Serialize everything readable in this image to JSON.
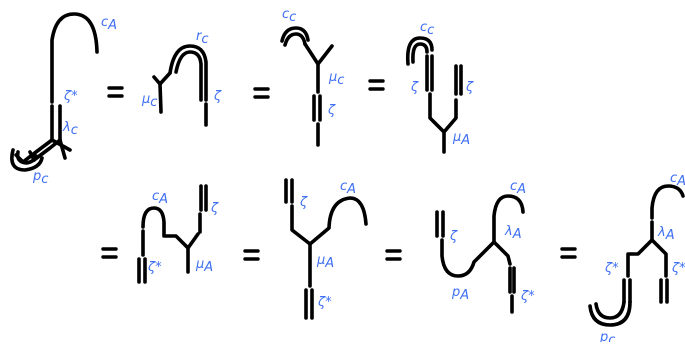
{
  "colors": {
    "ink": "#000000",
    "label": "#3e6ff2",
    "background": "#ffffff"
  },
  "equation": {
    "relation_symbol": "=",
    "terms": [
      {
        "labels": {
          "c_upper": "c",
          "c_upper_sub": "A",
          "zeta": "ζ*",
          "lambda": "λ",
          "lambda_sub": "c",
          "p_lower": "p",
          "p_lower_sub": "c"
        }
      },
      {
        "labels": {
          "c_upper": "r",
          "c_upper_sub": "c",
          "mu": "μ",
          "mu_sub": "c",
          "zeta": "ζ"
        }
      },
      {
        "labels": {
          "c_upper": "c",
          "c_upper_sub": "c",
          "mu": "μ",
          "mu_sub": "c",
          "zeta": "ζ"
        }
      },
      {
        "labels": {
          "c_upper": "c",
          "c_upper_sub": "c",
          "zeta_left": "ζ",
          "zeta_right": "ζ",
          "mu": "μ",
          "mu_sub": "A"
        }
      },
      {
        "labels": {
          "c_upper": "c",
          "c_upper_sub": "A",
          "zeta": "ζ*",
          "zeta_top": "ζ",
          "mu": "μ",
          "mu_sub": "A"
        }
      },
      {
        "labels": {
          "zeta_top": "ζ",
          "c_upper": "c",
          "c_upper_sub": "A",
          "mu": "μ",
          "mu_sub": "A",
          "zeta": "ζ*"
        }
      },
      {
        "labels": {
          "zeta_top": "ζ",
          "c_upper": "c",
          "c_upper_sub": "A",
          "lambda": "λ",
          "lambda_sub": "A",
          "p_lower": "p",
          "p_lower_sub": "A",
          "zeta": "ζ*"
        }
      },
      {
        "labels": {
          "c_upper": "c",
          "c_upper_sub": "A",
          "lambda": "λ",
          "lambda_sub": "A",
          "zeta_left": "ζ*",
          "zeta_right": "ζ*",
          "p_lower": "p",
          "p_lower_sub": "c"
        }
      }
    ]
  }
}
